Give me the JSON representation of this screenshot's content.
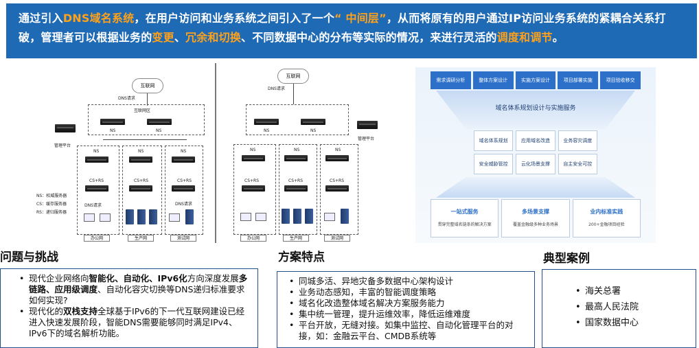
{
  "banner": {
    "parts": [
      {
        "text": "通过引入",
        "hl": false
      },
      {
        "text": "DNS域名系统",
        "hl": true
      },
      {
        "text": "，在用户访问和业务系统之间引入了一个",
        "hl": false
      },
      {
        "text": "“ 中间层”",
        "hl": true
      },
      {
        "text": "，从而将原有的用户通过IP访问业务系统的紧耦合关系打破，管理者可以根据业务的",
        "hl": false
      },
      {
        "text": "变更",
        "hl": true
      },
      {
        "text": "、",
        "hl": false
      },
      {
        "text": "冗余和切换",
        "hl": true
      },
      {
        "text": "、不同数据中心的分布等实际的情况，来进行灵活的",
        "hl": false
      },
      {
        "text": "调度和调节",
        "hl": true
      },
      {
        "text": "。",
        "hl": false
      }
    ]
  },
  "diagram_left": {
    "internet": "互联网",
    "dns_request": "DNS请求",
    "internet_zone": "互联网区",
    "ns": "NS",
    "cs_rs": "CS+RS",
    "mgmt": "管理平台",
    "legend": [
      "NS：权威服务器",
      "CS：缓存服务器",
      "RS：递归服务器"
    ],
    "networks": [
      "办公网",
      "生产网",
      "测试网"
    ]
  },
  "diagram_mid": {
    "internet": "互联网",
    "dns_request": "DNS请求",
    "ns": "NS",
    "cs_rs": "CS+RS",
    "mgmt": "管理平台",
    "networks": [
      "办公网",
      "生产网",
      "测试网"
    ]
  },
  "framework": {
    "top": [
      "需求调研分析",
      "整体方案设计",
      "实施方案设计",
      "项目部署实施",
      "项目验收移交"
    ],
    "title": "域名体系规划设计与实施服务",
    "mid": [
      "域名体系规划",
      "应用域名改造",
      "业务容灾调度",
      "安全威胁管控",
      "云化场景支撑",
      "自主安全可控"
    ],
    "bottom": [
      {
        "title": "一站式服务",
        "sub": "贯穿完整域名链条的解决方案"
      },
      {
        "title": "多场景支撑",
        "sub": "覆盖金融级多种业务场景"
      },
      {
        "title": "业内标准实践",
        "sub": "200+金融项目经验"
      }
    ]
  },
  "sections": {
    "challenges": {
      "title": "问题与挑战",
      "items": [
        [
          {
            "t": "现代企业网络向",
            "b": false
          },
          {
            "t": "智能化、自动化、IPv6化",
            "b": true
          },
          {
            "t": "方向深度发展",
            "b": false
          },
          {
            "t": "多链路、应用级调度",
            "b": true
          },
          {
            "t": "、自动化容灾切换等DNS递归标准要求如何实现?",
            "b": false
          }
        ],
        [
          {
            "t": "现代化的",
            "b": false
          },
          {
            "t": "双栈支持",
            "b": true
          },
          {
            "t": "全球基于IPv6的下一代互联网建设已经进入快速发展阶段，智能DNS需要能够同时满足IPv4、IPv6下的域名解析功能。",
            "b": false
          }
        ]
      ]
    },
    "features": {
      "title": "方案特点",
      "items": [
        "同城多活、异地灾备多数据中心架构设计",
        "业务动态感知，丰富的智能调度策略",
        "域名化改造整体域名解决方案服务能力",
        "集中统一管理，提升运维效率，降低运维难度",
        "平台开放，无缝对接。如集中监控、自动化管理平台的对接，如：金融云平台、CMDB系统等"
      ]
    },
    "cases": {
      "title": "典型案例",
      "items": [
        "海关总署",
        "最高人民法院",
        "国家数据中心"
      ]
    }
  }
}
